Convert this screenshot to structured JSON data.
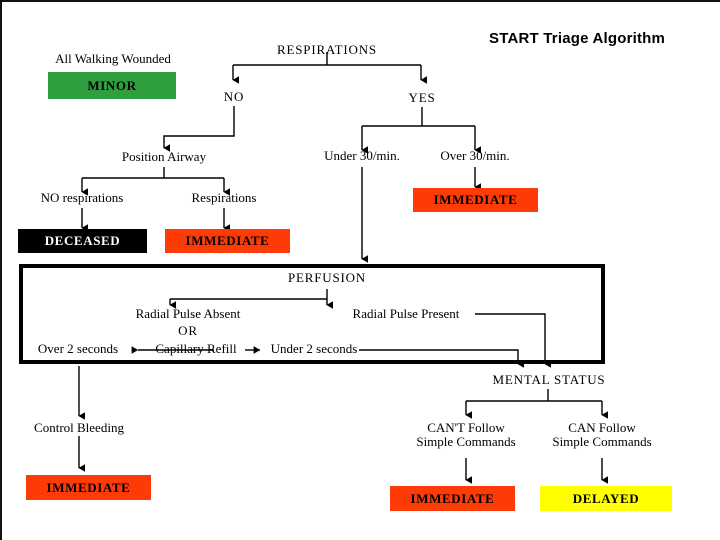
{
  "title": "START Triage Algorithm",
  "theme": {
    "minor_color": "#2f9e3f",
    "deceased_color": "#000000",
    "immediate_color": "#fc3b06",
    "delayed_color": "#ffff00",
    "line_color": "#000000",
    "background": "#ffffff"
  },
  "chart_data": {
    "type": "diagram",
    "title": "START Triage Algorithm",
    "nodes": [
      {
        "id": "all-walking-wounded",
        "label": "All Walking Wounded",
        "kind": "text"
      },
      {
        "id": "minor",
        "label": "MINOR",
        "kind": "category-box",
        "color": "#2f9e3f"
      },
      {
        "id": "respirations",
        "label": "RESPIRATIONS",
        "kind": "decision"
      },
      {
        "id": "no",
        "label": "NO",
        "kind": "text"
      },
      {
        "id": "yes",
        "label": "YES",
        "kind": "text"
      },
      {
        "id": "position-airway",
        "label": "Position Airway",
        "kind": "text"
      },
      {
        "id": "no-respirations",
        "label": "NO respirations",
        "kind": "text"
      },
      {
        "id": "respirations-present",
        "label": "Respirations",
        "kind": "text"
      },
      {
        "id": "deceased",
        "label": "DECEASED",
        "kind": "category-box",
        "color": "#000000"
      },
      {
        "id": "immediate-airway",
        "label": "IMMEDIATE",
        "kind": "category-box",
        "color": "#fc3b06"
      },
      {
        "id": "under-30",
        "label": "Under 30/min.",
        "kind": "text"
      },
      {
        "id": "over-30",
        "label": "Over 30/min.",
        "kind": "text"
      },
      {
        "id": "immediate-rate",
        "label": "IMMEDIATE",
        "kind": "category-box",
        "color": "#fc3b06"
      },
      {
        "id": "perfusion",
        "label": "PERFUSION",
        "kind": "decision"
      },
      {
        "id": "radial-pulse-absent",
        "label": "Radial Pulse Absent",
        "kind": "text"
      },
      {
        "id": "or",
        "label": "OR",
        "kind": "text"
      },
      {
        "id": "capillary-refill",
        "label": "Capillary Refill",
        "kind": "text"
      },
      {
        "id": "over-2-seconds",
        "label": "Over 2 seconds",
        "kind": "text"
      },
      {
        "id": "under-2-seconds",
        "label": "Under 2 seconds",
        "kind": "text"
      },
      {
        "id": "radial-pulse-present",
        "label": "Radial Pulse Present",
        "kind": "text"
      },
      {
        "id": "control-bleeding",
        "label": "Control Bleeding",
        "kind": "text"
      },
      {
        "id": "immediate-bleeding",
        "label": "IMMEDIATE",
        "kind": "category-box",
        "color": "#fc3b06"
      },
      {
        "id": "mental-status",
        "label": "MENTAL STATUS",
        "kind": "decision"
      },
      {
        "id": "cant-follow",
        "label": "CAN'T Follow\nSimple Commands",
        "kind": "text"
      },
      {
        "id": "can-follow",
        "label": "CAN Follow\nSimple Commands",
        "kind": "text"
      },
      {
        "id": "immediate-mental",
        "label": "IMMEDIATE",
        "kind": "category-box",
        "color": "#fc3b06"
      },
      {
        "id": "delayed",
        "label": "DELAYED",
        "kind": "category-box",
        "color": "#ffff00"
      }
    ],
    "edges": [
      {
        "from": "all-walking-wounded",
        "to": "minor"
      },
      {
        "from": "respirations",
        "to": "no"
      },
      {
        "from": "respirations",
        "to": "yes"
      },
      {
        "from": "no",
        "to": "position-airway"
      },
      {
        "from": "position-airway",
        "to": "no-respirations"
      },
      {
        "from": "position-airway",
        "to": "respirations-present"
      },
      {
        "from": "no-respirations",
        "to": "deceased"
      },
      {
        "from": "respirations-present",
        "to": "immediate-airway"
      },
      {
        "from": "yes",
        "to": "under-30"
      },
      {
        "from": "yes",
        "to": "over-30"
      },
      {
        "from": "over-30",
        "to": "immediate-rate"
      },
      {
        "from": "under-30",
        "to": "perfusion"
      },
      {
        "from": "perfusion",
        "to": "radial-pulse-absent"
      },
      {
        "from": "perfusion",
        "to": "radial-pulse-present"
      },
      {
        "from": "capillary-refill",
        "to": "over-2-seconds"
      },
      {
        "from": "capillary-refill",
        "to": "under-2-seconds"
      },
      {
        "from": "over-2-seconds",
        "to": "control-bleeding"
      },
      {
        "from": "under-2-seconds",
        "to": "mental-status"
      },
      {
        "from": "radial-pulse-present",
        "to": "mental-status"
      },
      {
        "from": "control-bleeding",
        "to": "immediate-bleeding"
      },
      {
        "from": "mental-status",
        "to": "cant-follow"
      },
      {
        "from": "mental-status",
        "to": "can-follow"
      },
      {
        "from": "cant-follow",
        "to": "immediate-mental"
      },
      {
        "from": "can-follow",
        "to": "delayed"
      }
    ]
  },
  "labels": {
    "all_walking_wounded": "All Walking Wounded",
    "minor": "MINOR",
    "respirations": "RESPIRATIONS",
    "no": "NO",
    "yes": "YES",
    "position_airway": "Position Airway",
    "no_respirations": "NO respirations",
    "respirations_present": "Respirations",
    "deceased": "DECEASED",
    "immediate_airway": "IMMEDIATE",
    "under_30": "Under 30/min.",
    "over_30": "Over 30/min.",
    "immediate_rate": "IMMEDIATE",
    "perfusion": "PERFUSION",
    "radial_pulse_absent": "Radial Pulse Absent",
    "or": "OR",
    "capillary_refill": "Capillary Refill",
    "over_2_seconds": "Over 2 seconds",
    "under_2_seconds": "Under 2 seconds",
    "radial_pulse_present": "Radial Pulse Present",
    "control_bleeding": "Control Bleeding",
    "immediate_bleeding": "IMMEDIATE",
    "mental_status": "MENTAL STATUS",
    "cant_follow_line1": "CAN'T Follow",
    "cant_follow_line2": "Simple Commands",
    "can_follow_line1": "CAN Follow",
    "can_follow_line2": "Simple Commands",
    "immediate_mental": "IMMEDIATE",
    "delayed": "DELAYED"
  }
}
